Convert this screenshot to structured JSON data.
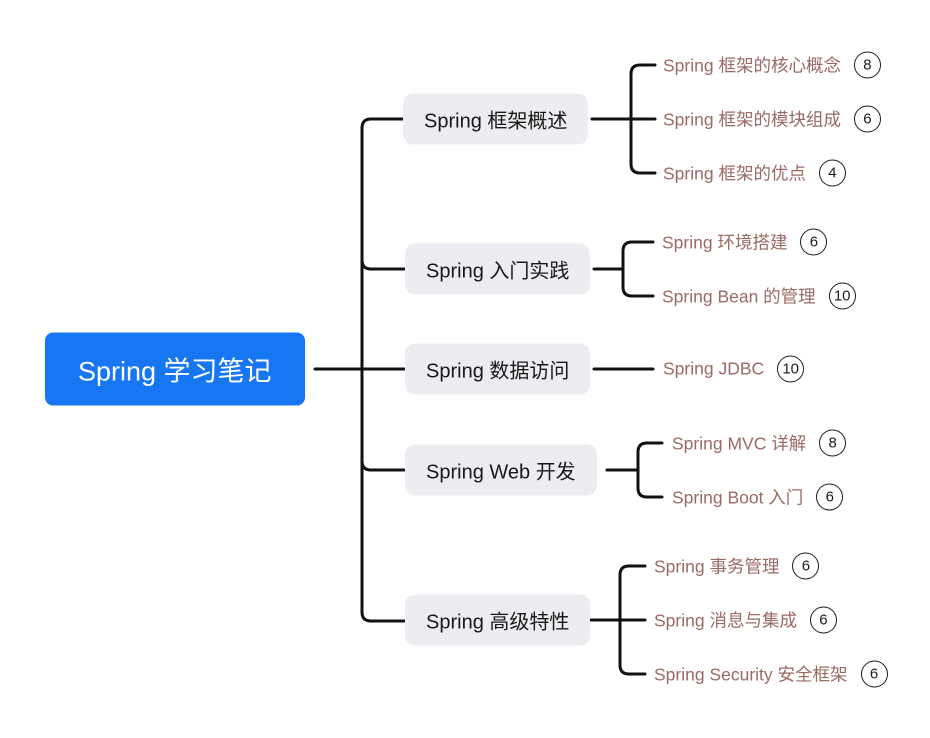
{
  "root": {
    "label": "Spring 学习笔记"
  },
  "branches": [
    {
      "label": "Spring 框架概述",
      "children": [
        {
          "label": "Spring 框架的核心概念",
          "badge": "8"
        },
        {
          "label": "Spring 框架的模块组成",
          "badge": "6"
        },
        {
          "label": "Spring 框架的优点",
          "badge": "4"
        }
      ]
    },
    {
      "label": "Spring 入门实践",
      "children": [
        {
          "label": "Spring 环境搭建",
          "badge": "6"
        },
        {
          "label": "Spring Bean 的管理",
          "badge": "10"
        }
      ]
    },
    {
      "label": "Spring 数据访问",
      "children": [
        {
          "label": "Spring JDBC",
          "badge": "10"
        }
      ]
    },
    {
      "label": "Spring Web 开发",
      "children": [
        {
          "label": "Spring MVC 详解",
          "badge": "8"
        },
        {
          "label": "Spring Boot 入门",
          "badge": "6"
        }
      ]
    },
    {
      "label": "Spring 高级特性",
      "children": [
        {
          "label": "Spring 事务管理",
          "badge": "6"
        },
        {
          "label": "Spring 消息与集成",
          "badge": "6"
        },
        {
          "label": "Spring Security 安全框架",
          "badge": "6"
        }
      ]
    }
  ],
  "colors": {
    "root_bg": "#1777f2",
    "root_text": "#ffffff",
    "branch_bg": "#ebedf0",
    "leaf_text": "#9a6a63",
    "line": "#111111"
  }
}
